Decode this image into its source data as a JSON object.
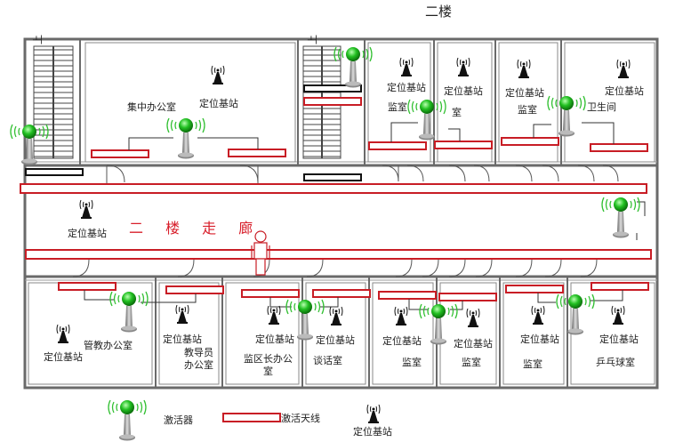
{
  "title": "二楼",
  "corridor_label": "二 楼 走 廊",
  "rooms": {
    "jizhong": "集中办公室",
    "jianshi1": "监室",
    "shi_partial": "室",
    "jianshi2": "监室",
    "weisheng": "卫生间",
    "guanjiao": "管教办公室",
    "jiaodao1": "教导员",
    "jiaodao2": "办公室",
    "jianqu1": "监区长办公",
    "jianqu2": "室",
    "tanhua": "谈话室",
    "jianshi3": "监室",
    "jianshi4": "监室",
    "jianshi5": "监室",
    "pingpang": "乒乓球室"
  },
  "base_station_label": "定位基站",
  "stair_label": "上",
  "legend": {
    "activator": "激活器",
    "antenna": "激活天线",
    "base_station": "定位基站"
  },
  "colors": {
    "wall": "#666666",
    "antenna": "#c81d25",
    "activator_green": "#22c022",
    "corridor_text": "#d81e2a"
  }
}
